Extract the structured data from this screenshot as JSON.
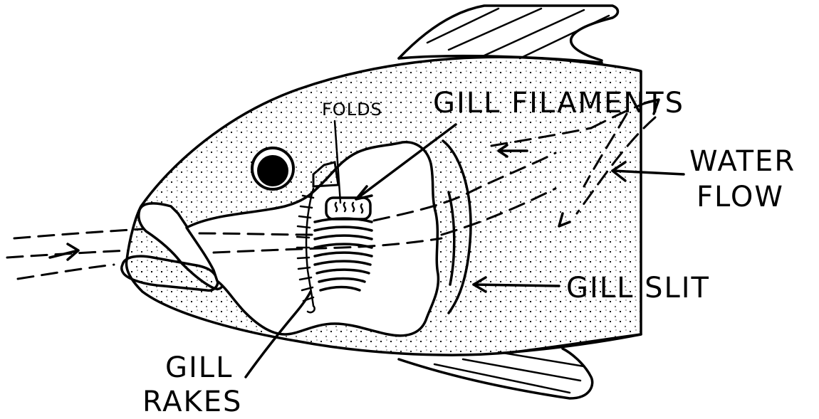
{
  "labels": {
    "folds": "FOLDS",
    "gill_filaments": "GILL FILAMENTS",
    "water_flow_line1": "WATER",
    "water_flow_line2": "FLOW",
    "gill_slit": "GILL SLIT",
    "gill_rakes_line1": "GILL",
    "gill_rakes_line2": "RAKES"
  },
  "colors": {
    "ink": "#000000",
    "paper": "#ffffff"
  }
}
